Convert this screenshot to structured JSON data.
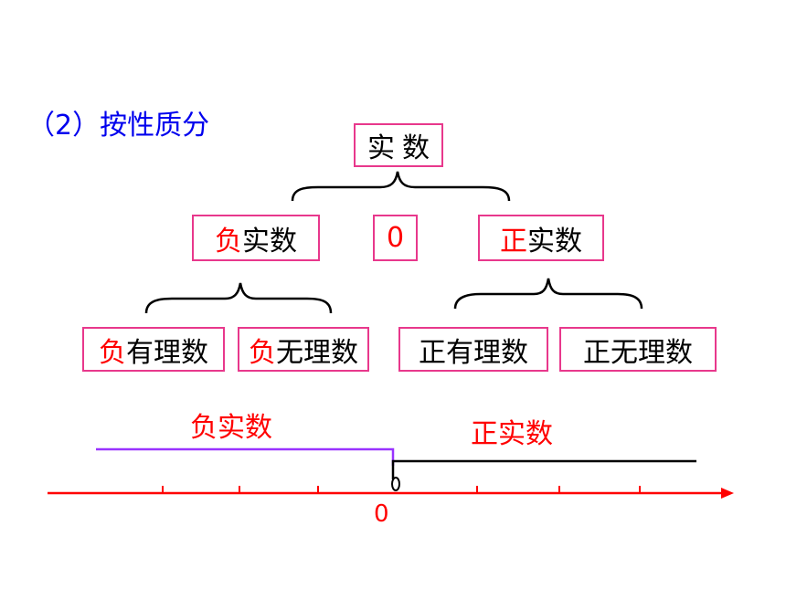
{
  "heading": "（2）按性质分",
  "tree": {
    "root": "实数",
    "negative": {
      "highlight": "负",
      "rest": "实数"
    },
    "zero": "0",
    "positive": {
      "highlight": "正",
      "rest": "实数"
    },
    "negative_rational": {
      "highlight": "负",
      "rest": "有理数"
    },
    "negative_irrational": {
      "highlight": "负",
      "rest": "无理数"
    },
    "positive_rational": "正有理数",
    "positive_irrational": "正无理数"
  },
  "number_line": {
    "negative_label": "负实数",
    "positive_label": "正实数",
    "origin_label": "0"
  },
  "colors": {
    "heading": "#0000ee",
    "box_border": "#e8388c",
    "highlight": "#ff0000",
    "axis": "#ff0000",
    "negative_segment": "#9933ff",
    "positive_segment": "#000000"
  }
}
